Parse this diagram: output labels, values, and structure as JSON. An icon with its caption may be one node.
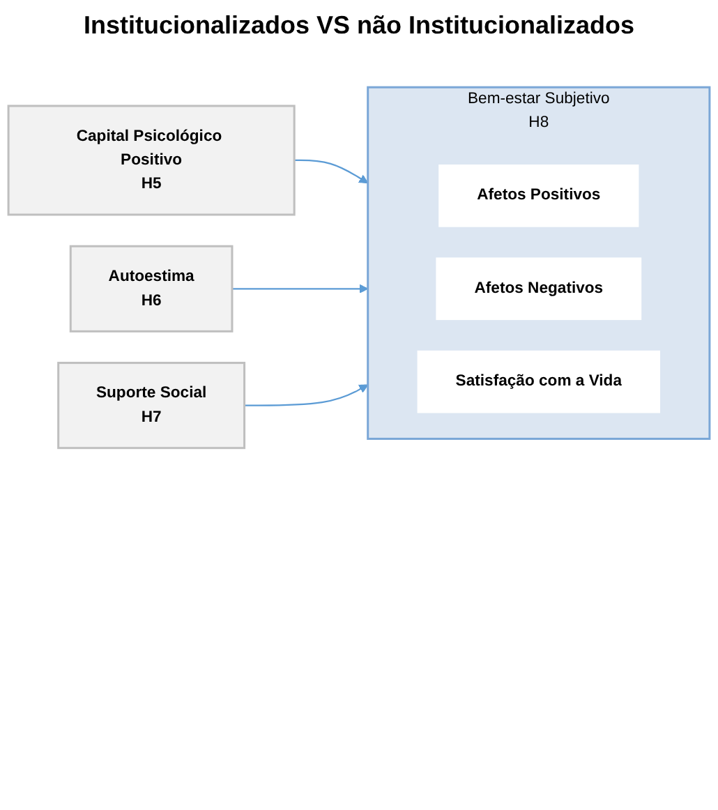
{
  "diagram": {
    "title": "Institucionalizados VS não Institucionalizados",
    "nodes": [
      {
        "text": [
          "Capital Psicológico Positivo",
          "H5"
        ]
      },
      {
        "text": [
          "Autoestima",
          "H6"
        ]
      },
      {
        "text": [
          "Suporte Social",
          "H7"
        ]
      },
      {
        "text": [
          "Bem-estar Subjetivo",
          "H8"
        ]
      },
      {
        "text": [
          "Afetos Positivos"
        ],
        "in": 3
      },
      {
        "text": [
          "Afetos Negativos"
        ],
        "in": 3
      },
      {
        "text": [
          "Satisfação com a Vida"
        ],
        "in": 3
      }
    ],
    "edges": [
      {
        "from": 0,
        "to": 3,
        "arrow": "to"
      },
      {
        "from": 1,
        "to": 3,
        "arrow": "to"
      },
      {
        "from": 2,
        "to": 3,
        "arrow": "to"
      }
    ]
  }
}
